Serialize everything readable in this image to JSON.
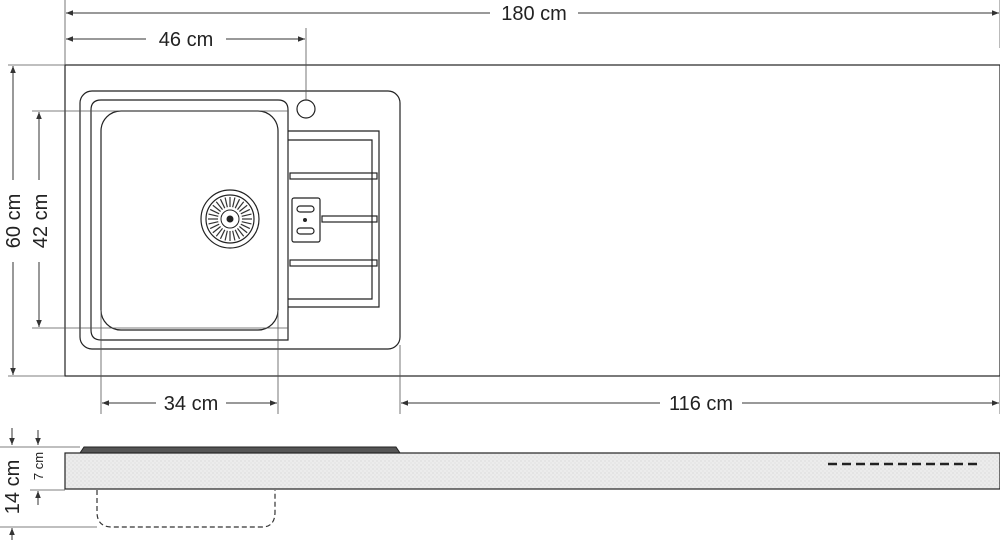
{
  "dimensions": {
    "total_length": "180 cm",
    "sink_offset": "46 cm",
    "depth": "60 cm",
    "basin_depth": "42 cm",
    "basin_width": "34 cm",
    "right_length": "116 cm",
    "side_total": "14 cm",
    "side_thickness": "7 cm"
  },
  "colors": {
    "line": "#222222",
    "text": "#222222",
    "side_fill": "#eeeeee",
    "rim_fill": "#555555"
  }
}
